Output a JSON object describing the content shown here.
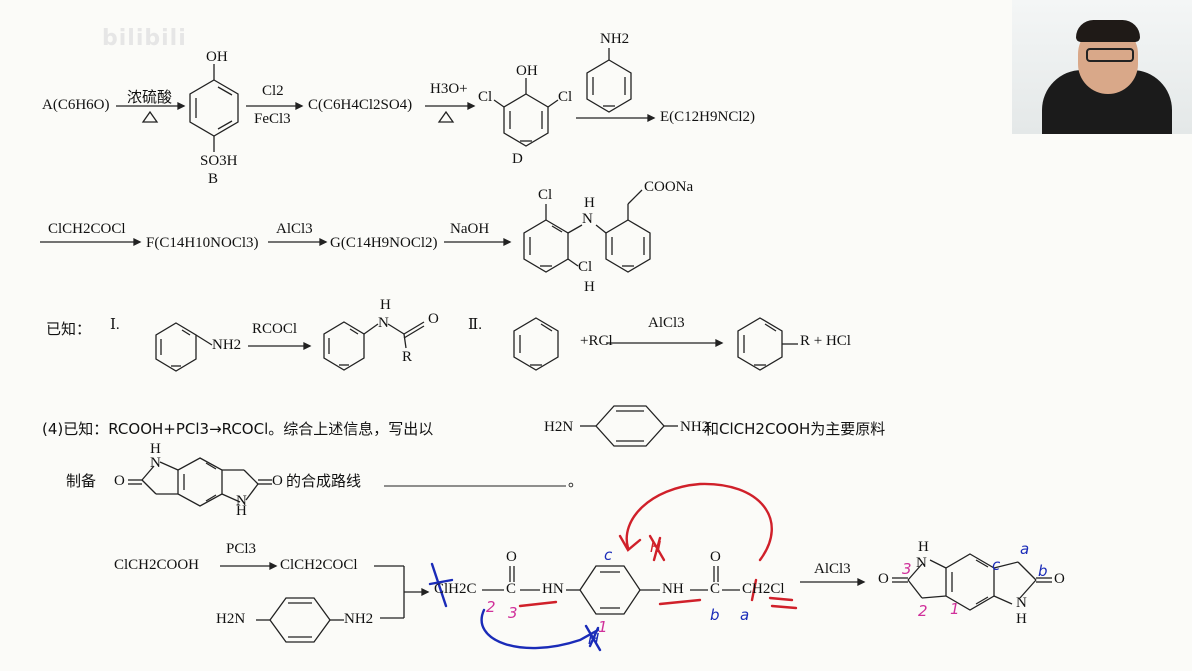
{
  "watermark": "bilibili",
  "row1": {
    "A": "A(C6H6O)",
    "reagent1_top": "浓硫酸",
    "reagent1_bottom": "△",
    "B_oh": "OH",
    "B_so3h": "SO3H",
    "B_label": "B",
    "reagent2_top": "Cl2",
    "reagent2_bottom": "FeCl3",
    "C": "C(C6H4Cl2SO4)",
    "reagent3_top": "H3O+",
    "reagent3_bottom": "△",
    "D_oh": "OH",
    "D_cl_left": "Cl",
    "D_cl_right": "Cl",
    "D_label": "D",
    "aniline_nh2": "NH2",
    "E": "E(C12H9NCl2)"
  },
  "row2": {
    "reagent1": "ClCH2COCl",
    "F": "F(C14H10NOCl3)",
    "reagent2": "AlCl3",
    "G": "G(C14H9NOCl2)",
    "reagent3": "NaOH",
    "product_coona": "COONa",
    "product_h": "H",
    "product_n": "N",
    "product_cl_top": "Cl",
    "product_cl_bottom": "Cl",
    "product_h_bottom": "H"
  },
  "known": {
    "prefix": "已知：",
    "I": "Ⅰ.",
    "I_nh2": "NH2",
    "I_reagent": "RCOCl",
    "I_h": "H",
    "I_n": "N",
    "I_o": "O",
    "I_r": "R",
    "II": "Ⅱ.",
    "II_plus": "+RCl",
    "II_reagent": "AlCl3",
    "II_product": "R + HCl"
  },
  "question": {
    "line1_a": "(4)已知：RCOOH+PCl3→RCOCl。综合上述信息，写出以",
    "line1_h2n": "H2N",
    "line1_nh2": "NH2",
    "line1_b": "和ClCH2COOH为主要原料",
    "line2_a": "制备",
    "line2_b": "的合成路线",
    "line2_end": "。",
    "target_o_left": "O",
    "target_o_right": "O",
    "target_h_top": "H",
    "target_n_top": "N",
    "target_n_bottom": "N",
    "target_h_bottom": "H"
  },
  "answer": {
    "start": "ClCH2COOH",
    "reagent1": "PCl3",
    "inter1": "ClCH2COCl",
    "diamine_h2n": "H2N",
    "diamine_nh2": "NH2",
    "mid_left": "ClH2C",
    "mid_o1": "O",
    "mid_c1": "C",
    "mid_hn": "HN",
    "mid_nh": "NH",
    "mid_c2": "C",
    "mid_o2": "O",
    "mid_right": "CH2Cl",
    "reagent2": "AlCl3",
    "final_o_left": "O",
    "final_o_right": "O",
    "final_h_top": "H",
    "final_n_top": "N",
    "final_n_bottom": "N",
    "final_h_bottom": "H"
  },
  "annotations": {
    "blue_a": "a",
    "blue_b": "b",
    "blue_c": "c",
    "blue_c2": "c",
    "blue_a2": "a",
    "blue_b2": "b",
    "pink_3": "3",
    "pink_1": "1",
    "pink_2": "2",
    "pink_3b": "3",
    "pink_2b": "2",
    "pink_1b": "1",
    "red_h": "H",
    "blue_h": "H"
  },
  "colors": {
    "red_ink": "#d0202a",
    "blue_ink": "#1a2bb8",
    "pink_ink": "#d0309a"
  }
}
